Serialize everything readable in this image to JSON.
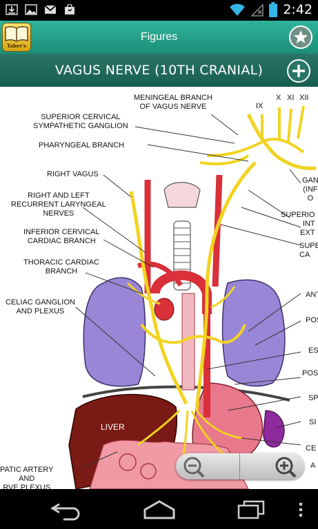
{
  "status_bar": {
    "time": "2:42",
    "notification_icons": [
      "download-icon",
      "image-icon",
      "gmail-icon",
      "shopping-bag-icon"
    ],
    "system_icons": [
      "wifi-icon",
      "no-signal-icon",
      "battery-icon"
    ]
  },
  "app_bar": {
    "logo_text": "Taber's",
    "title": "Figures",
    "action_icon": "star-icon"
  },
  "figure_header": {
    "title": "VAGUS NERVE (10TH CRANIAL)",
    "action_icon": "add-icon"
  },
  "figure": {
    "labels_left": [
      "MENINGEAL BRANCH\nOF VAGUS NERVE",
      "SUPERIOR CERVICAL\nSYMPATHETIC GANGLION",
      "PHARYNGEAL BRANCH",
      "RIGHT VAGUS",
      "RIGHT AND LEFT\nRECURRENT LARYNGEAL\nNERVES",
      "INFERIOR CERVICAL\nCARDIAC BRANCH",
      "THORACIC CARDIAC\nBRANCH",
      "CELIAC GANGLION\nAND PLEXUS",
      "PATIC ARTERY\nAND\nRVE PLEXUS"
    ],
    "labels_top": [
      "IX",
      "X",
      "XI",
      "XII"
    ],
    "labels_right": [
      "GAN\n(INF\nO",
      "SUPERIO\nINT\nEXT",
      "SUPE\nCA",
      "ANT",
      "POS",
      "ES",
      "POS",
      "SP",
      "SI",
      "CE",
      "A"
    ],
    "organ_labels": [
      "LIVER"
    ]
  },
  "zoom_controls": {
    "zoom_out_icon": "zoom-out-icon",
    "zoom_in_icon": "zoom-in-icon"
  },
  "nav_bar": {
    "icons": [
      "back-icon",
      "home-icon",
      "recent-apps-icon",
      "overflow-menu-icon"
    ]
  },
  "colors": {
    "app_bar": "#2fb39a",
    "title_bar": "#1f6b5c",
    "nerve": "#f2d320",
    "artery": "#d9303a",
    "lung": "#9a86d6",
    "liver": "#7a1a14"
  }
}
